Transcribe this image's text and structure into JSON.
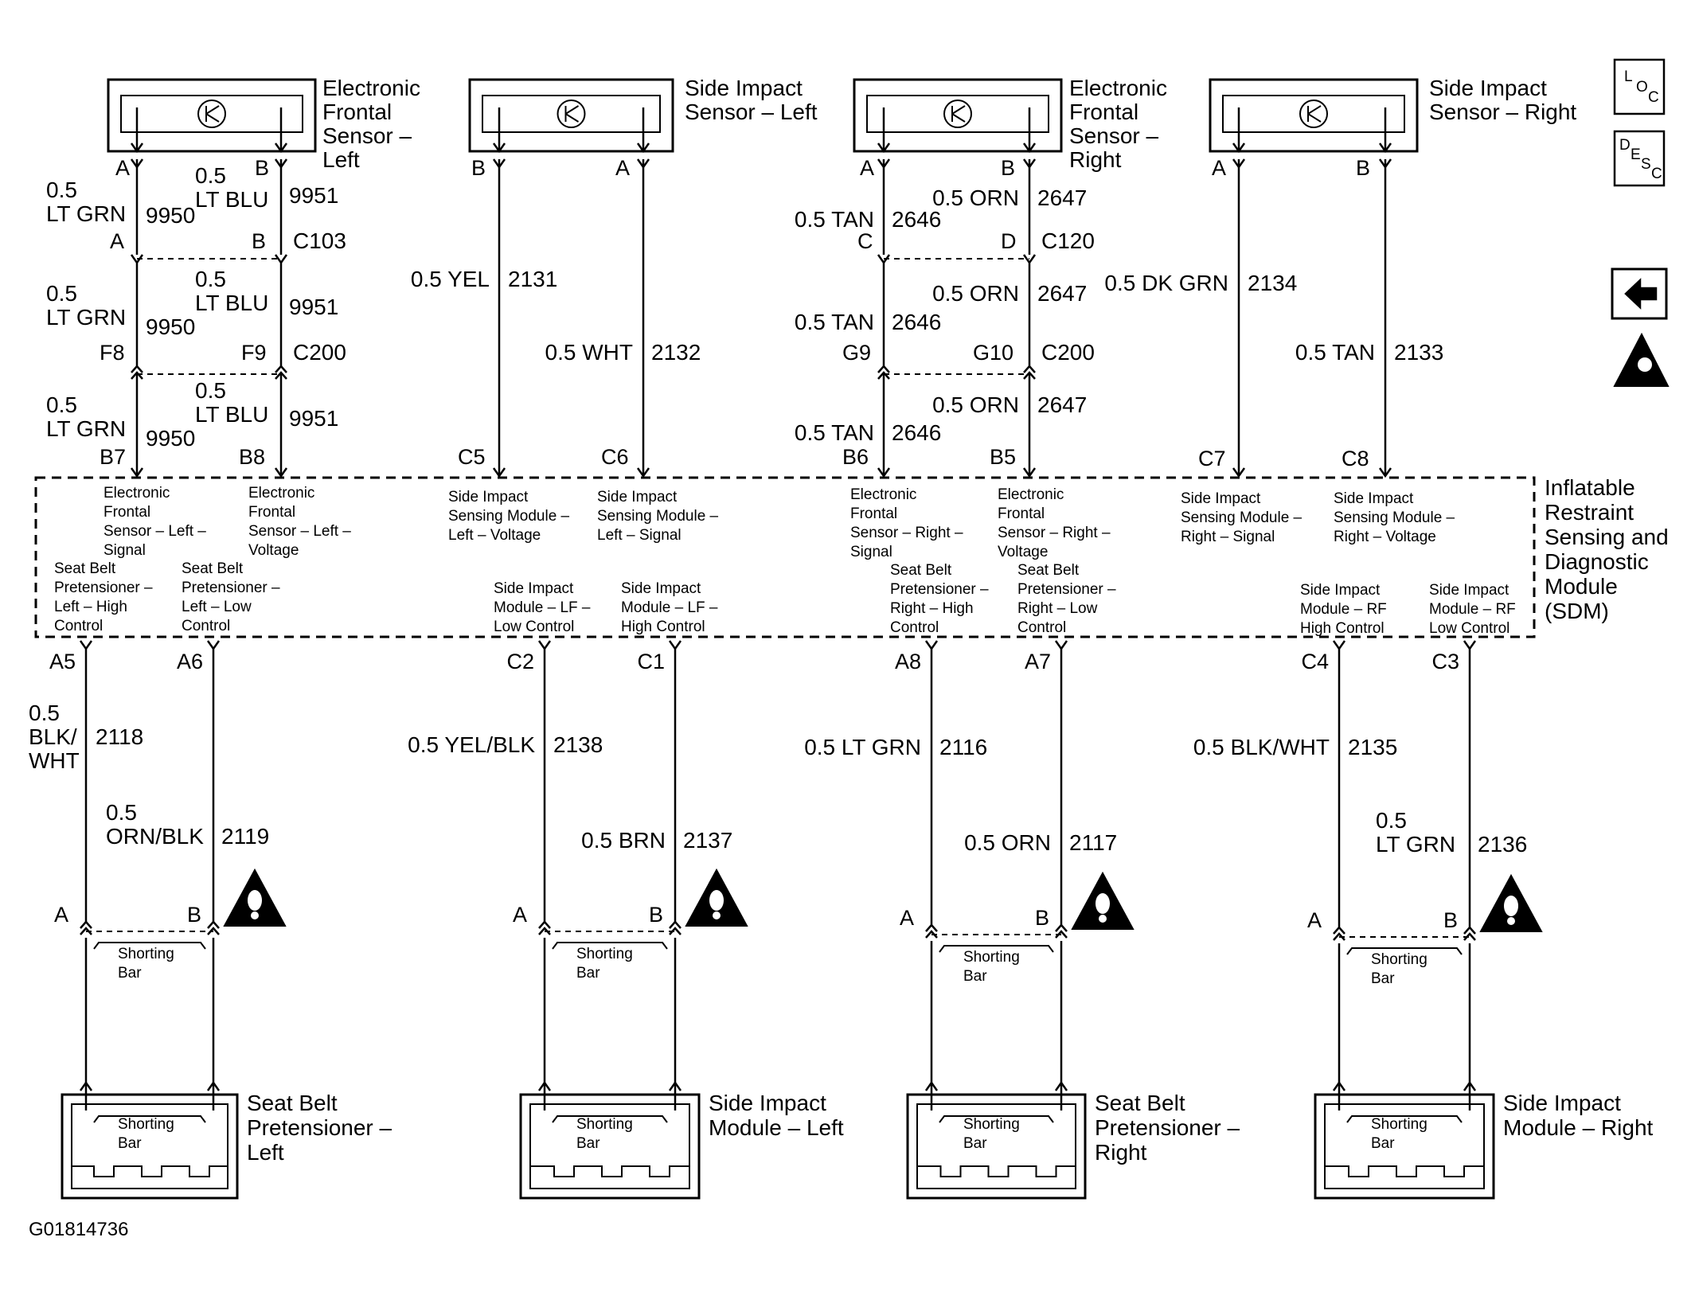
{
  "figure_id": "G01814736",
  "module": {
    "label_lines": [
      "Inflatable",
      "Restraint",
      "Sensing and",
      "Diagnostic",
      "Module",
      "(SDM)"
    ]
  },
  "nav_icons": [
    {
      "name": "location-icon",
      "text": "LOC"
    },
    {
      "name": "description-icon",
      "text": "DESC"
    },
    {
      "name": "back-arrow-icon",
      "text": ""
    },
    {
      "name": "service-precaution-icon",
      "text": ""
    }
  ],
  "top_components": [
    {
      "id": "efs_left",
      "label_lines": [
        "Electronic",
        "Frontal",
        "Sensor –",
        "Left"
      ]
    },
    {
      "id": "sis_left",
      "label_lines": [
        "Side Impact",
        "Sensor – Left"
      ]
    },
    {
      "id": "efs_right",
      "label_lines": [
        "Electronic",
        "Frontal",
        "Sensor –",
        "Right"
      ]
    },
    {
      "id": "sis_right",
      "label_lines": [
        "Side Impact",
        "Sensor – Right"
      ]
    }
  ],
  "bottom_components": [
    {
      "id": "sbp_left",
      "label_lines": [
        "Seat Belt",
        "Pretensioner –",
        "Left"
      ]
    },
    {
      "id": "sim_left",
      "label_lines": [
        "Side Impact",
        "Module – Left"
      ]
    },
    {
      "id": "sbp_right",
      "label_lines": [
        "Seat Belt",
        "Pretensioner –",
        "Right"
      ]
    },
    {
      "id": "sim_right",
      "label_lines": [
        "Side Impact",
        "Module – Right"
      ]
    }
  ],
  "shorting_bar_label": [
    "Shorting",
    "Bar"
  ],
  "connectors": [
    "C103",
    "C200",
    "C120",
    "C200"
  ],
  "top_pins": {
    "efs_left": [
      "A",
      "B",
      "A",
      "B",
      "F8",
      "F9",
      "B7",
      "B8"
    ],
    "sis_left": [
      "B",
      "A",
      "C5",
      "C6"
    ],
    "efs_right": [
      "A",
      "B",
      "C",
      "D",
      "G9",
      "G10",
      "B6",
      "B5"
    ],
    "sis_right": [
      "A",
      "B",
      "C7",
      "C8"
    ]
  },
  "top_wires": {
    "efs_left_a": {
      "lines": [
        "0.5",
        "LT GRN"
      ],
      "circuit": "9950"
    },
    "efs_left_b": {
      "lines": [
        "0.5",
        "LT BLU"
      ],
      "circuit": "9951"
    },
    "sis_left_b": {
      "color": "0.5 YEL",
      "circuit": "2131"
    },
    "sis_left_a": {
      "color": "0.5 WHT",
      "circuit": "2132"
    },
    "efs_right_a": {
      "color": "0.5 TAN",
      "circuit": "2646"
    },
    "efs_right_b": {
      "color": "0.5 ORN",
      "circuit": "2647"
    },
    "sis_right_a": {
      "color": "0.5 DK GRN",
      "circuit": "2134"
    },
    "sis_right_b": {
      "color": "0.5 TAN",
      "circuit": "2133"
    }
  },
  "sdm_pin_labels": {
    "efs_left_signal": [
      "Electronic",
      "Frontal",
      "Sensor – Left –",
      "Signal"
    ],
    "efs_left_voltage": [
      "Electronic",
      "Frontal",
      "Sensor – Left –",
      "Voltage"
    ],
    "sis_left_voltage": [
      "Side Impact",
      "Sensing Module –",
      "Left – Voltage"
    ],
    "sis_left_signal": [
      "Side Impact",
      "Sensing Module –",
      "Left – Signal"
    ],
    "efs_right_signal": [
      "Electronic",
      "Frontal",
      "Sensor – Right –",
      "Signal"
    ],
    "efs_right_voltage": [
      "Electronic",
      "Frontal",
      "Sensor – Right –",
      "Voltage"
    ],
    "sis_right_signal": [
      "Side Impact",
      "Sensing Module –",
      "Right – Signal"
    ],
    "sis_right_voltage": [
      "Side Impact",
      "Sensing Module –",
      "Right – Voltage"
    ],
    "sbp_left_high": [
      "Seat Belt",
      "Pretensioner –",
      "Left – High",
      "Control"
    ],
    "sbp_left_low": [
      "Seat Belt",
      "Pretensioner –",
      "Left – Low",
      "Control"
    ],
    "sim_lf_low": [
      "Side Impact",
      "Module – LF –",
      "Low Control"
    ],
    "sim_lf_high": [
      "Side Impact",
      "Module – LF –",
      "High Control"
    ],
    "sbp_right_high": [
      "Seat Belt",
      "Pretensioner –",
      "Right – High",
      "Control"
    ],
    "sbp_right_low": [
      "Seat Belt",
      "Pretensioner –",
      "Right – Low",
      "Control"
    ],
    "sim_rf_high": [
      "Side Impact",
      "Module – RF",
      "High Control"
    ],
    "sim_rf_low": [
      "Side Impact",
      "Module – RF",
      "Low Control"
    ]
  },
  "bottom_pins": [
    "A5",
    "A6",
    "C2",
    "C1",
    "A8",
    "A7",
    "C4",
    "C3"
  ],
  "bottom_ab_pins": [
    "A",
    "B"
  ],
  "bottom_wires": {
    "sbp_left_a": {
      "lines": [
        "0.5",
        "BLK/",
        "WHT"
      ],
      "circuit": "2118"
    },
    "sbp_left_b": {
      "lines": [
        "0.5",
        "ORN/BLK"
      ],
      "circuit": "2119"
    },
    "sim_left_a": {
      "color": "0.5 YEL/BLK",
      "circuit": "2138"
    },
    "sim_left_b": {
      "color": "0.5 BRN",
      "circuit": "2137"
    },
    "sbp_right_a": {
      "color": "0.5 LT GRN",
      "circuit": "2116"
    },
    "sbp_right_b": {
      "color": "0.5 ORN",
      "circuit": "2117"
    },
    "sim_right_a": {
      "color": "0.5 BLK/WHT",
      "circuit": "2135"
    },
    "sim_right_b": {
      "lines": [
        "0.5",
        "LT GRN"
      ],
      "circuit": "2136"
    }
  }
}
